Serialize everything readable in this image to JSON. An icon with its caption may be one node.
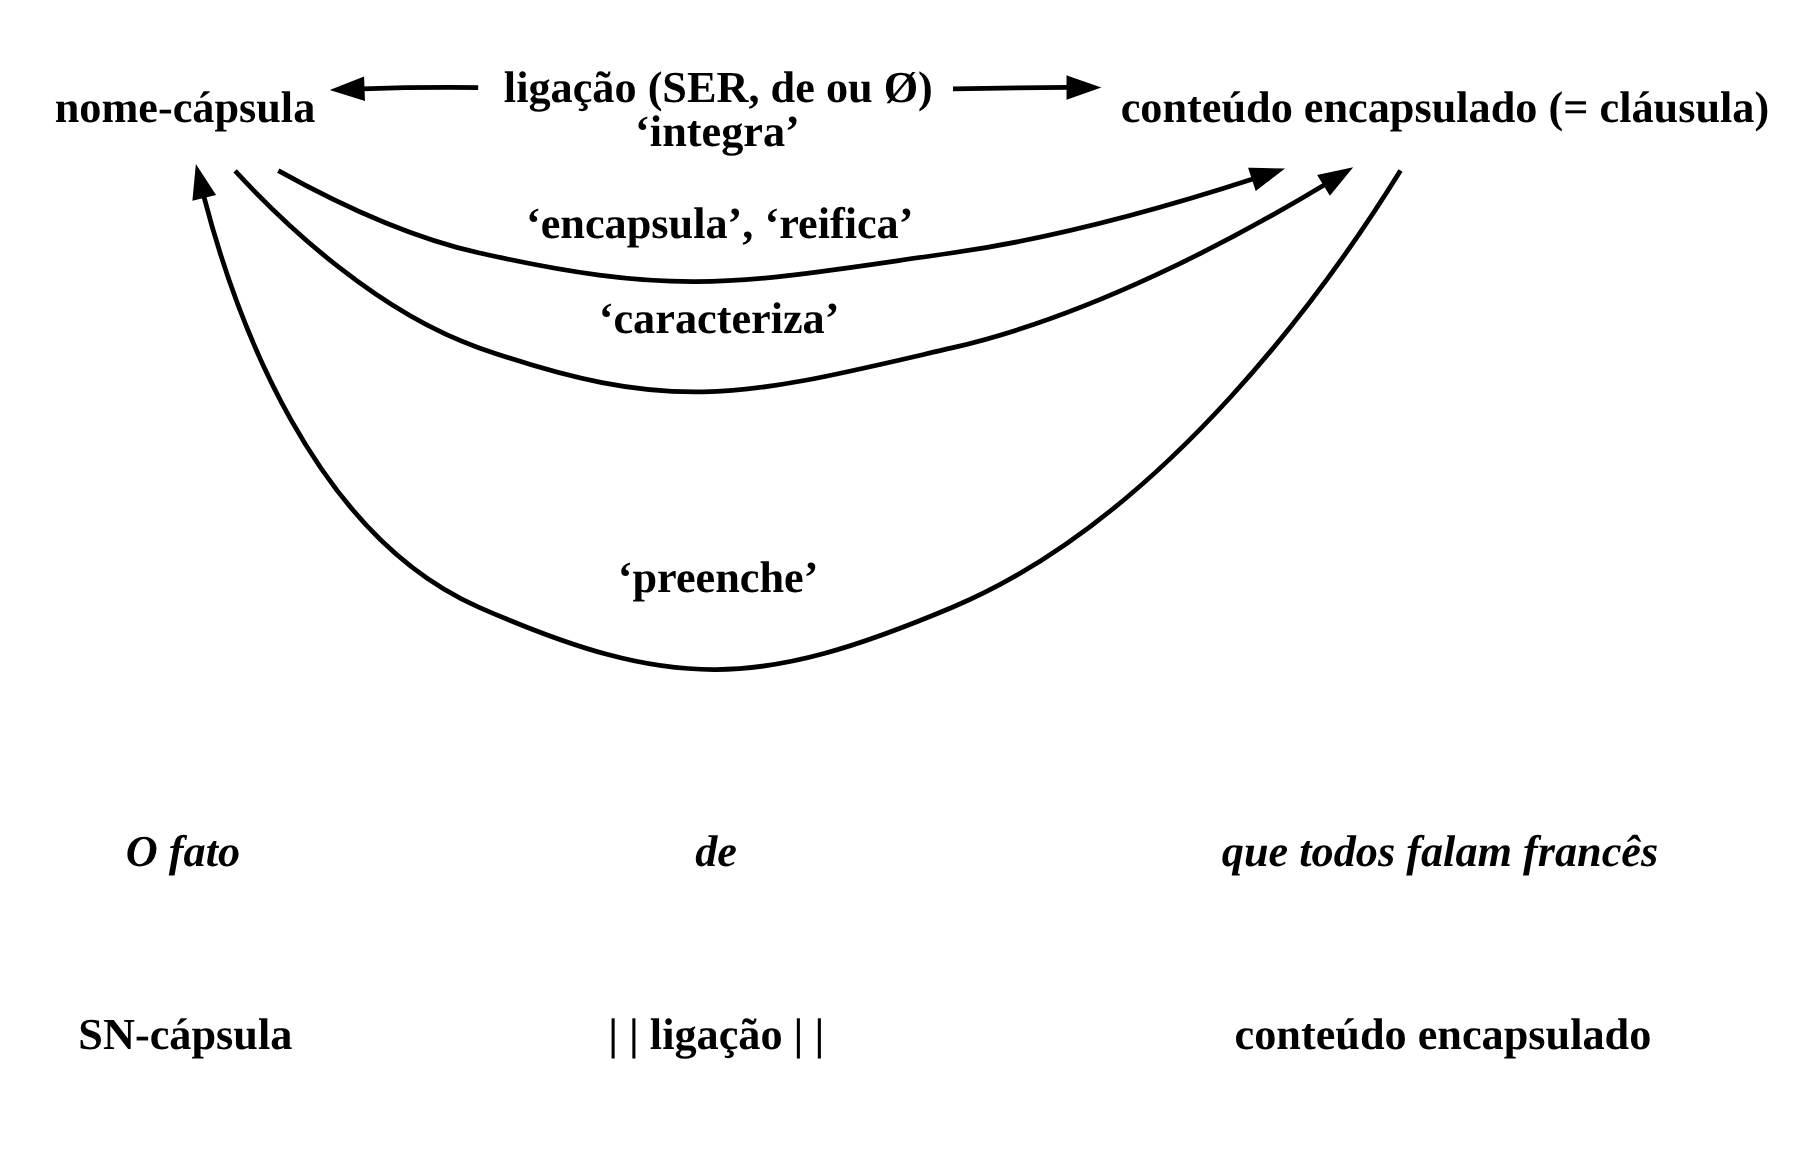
{
  "diagram": {
    "nodes": [
      {
        "text": [
          "nome-cápsula"
        ]
      },
      {
        "text": [
          "ligação (SER, de ou Ø)",
          "‘integra’"
        ]
      },
      {
        "text": [
          "conteúdo encapsulado (= cláusula)"
        ]
      }
    ],
    "edges": [
      {
        "from": 1,
        "to": 0,
        "arrow": "to"
      },
      {
        "from": 1,
        "to": 2,
        "arrow": "to"
      },
      {
        "from": 2,
        "to": 0,
        "arrow": "to",
        "label": "‘preenche’"
      },
      {
        "from": 0,
        "to": 2,
        "arrow": "to",
        "label": "‘encapsula’, ‘reifica’"
      },
      {
        "from": 0,
        "to": 2,
        "arrow": "to",
        "label": "‘caracteriza’"
      }
    ],
    "labels": [
      "SN-cápsula",
      "| | ligação | |",
      "conteúdo encapsulado",
      "O fato",
      "de",
      "que todos falam francês"
    ]
  }
}
